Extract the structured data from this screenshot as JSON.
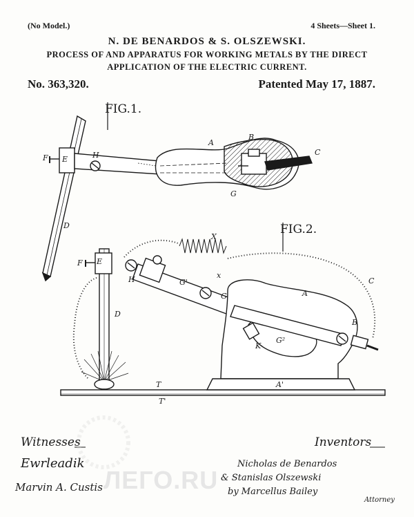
{
  "header": {
    "model_note": "(No Model.)",
    "sheet_note": "4 Sheets—Sheet 1.",
    "inventors_names": "N. DE BENARDOS & S. OLSZEWSKI.",
    "title_line1": "PROCESS OF AND APPARATUS FOR WORKING METALS BY THE DIRECT",
    "title_line2": "APPLICATION OF THE ELECTRIC CURRENT.",
    "patent_number": "No. 363,320.",
    "patent_date": "Patented May 17, 1887."
  },
  "figures": {
    "fig1_label": "FIG.1.",
    "fig2_label": "FIG.2.",
    "fig1_parts": {
      "A": "A",
      "B": "B",
      "C": "C",
      "D": "D",
      "E": "E",
      "F": "F",
      "G": "G",
      "H": "H"
    },
    "fig2_parts": {
      "A": "A",
      "A2": "A'",
      "B": "B",
      "C": "C",
      "D": "D",
      "E": "E",
      "F": "F",
      "G": "G",
      "G1": "G'",
      "G2": "G²",
      "H": "H",
      "K": "K",
      "T": "T",
      "T1": "T'",
      "X": "X",
      "x": "x"
    }
  },
  "signatures": {
    "witnesses_label": "Witnesses",
    "witness1": "Ewrleadik",
    "witness2": "Marvin A. Custis",
    "inventors_label": "Inventors",
    "inventor1": "Nicholas de Benardos",
    "inventor2": "& Stanislas Olszewski",
    "attorney": "by Marcellus Bailey",
    "attorney_title": "Attorney"
  },
  "watermark": "ЛЕГО.RU",
  "colors": {
    "ink": "#1a1a1a",
    "paper": "#fdfdfb",
    "watermark": "#e6e6e6"
  }
}
